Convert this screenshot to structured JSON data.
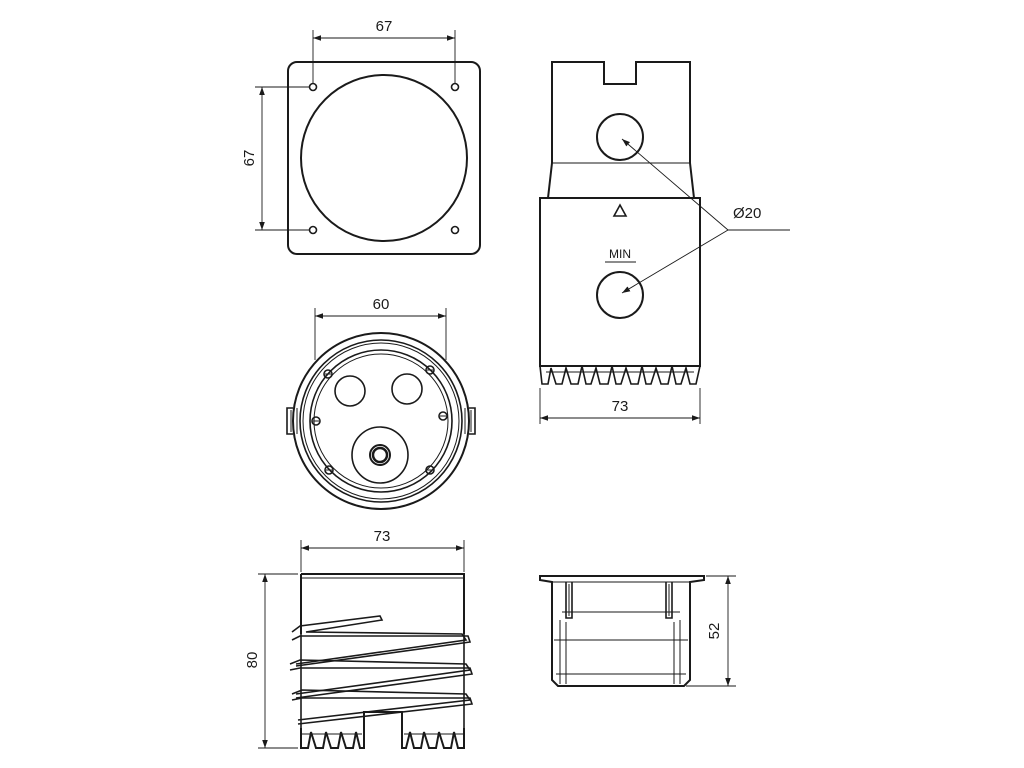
{
  "dimensions": {
    "plate_width": "67",
    "plate_height": "67",
    "housing_diameter": "60",
    "hole_diameter": "Ø20",
    "side_width": "73",
    "front_width": "73",
    "front_height": "80",
    "cup_height": "52"
  },
  "labels": {
    "min_mark": "MIN"
  }
}
